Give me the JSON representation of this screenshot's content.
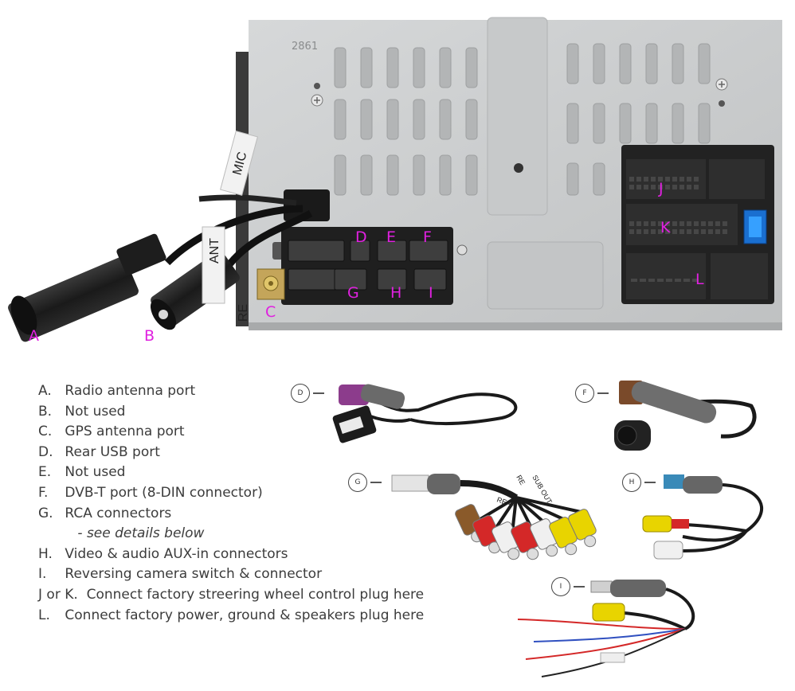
{
  "unit_photo": {
    "stamp": "2861",
    "cable_tags": [
      "MIC",
      "ANT",
      "RE"
    ],
    "port_markers": [
      "A",
      "B",
      "C",
      "D",
      "E",
      "F",
      "G",
      "H",
      "I",
      "J",
      "K",
      "L"
    ]
  },
  "legend": [
    {
      "key": "A.",
      "text": "Radio antenna port"
    },
    {
      "key": "B.",
      "text": "Not used"
    },
    {
      "key": "C.",
      "text": "GPS antenna port"
    },
    {
      "key": "D.",
      "text": "Rear USB port"
    },
    {
      "key": "E.",
      "text": "Not used"
    },
    {
      "key": "F.",
      "text": "DVB-T port (8-DIN connector)"
    },
    {
      "key": "G.",
      "text": "RCA connectors",
      "note": "- see details below"
    },
    {
      "key": "H.",
      "text": "Video & audio AUX-in connectors"
    },
    {
      "key": "I.",
      "text": "Reversing camera switch & connector"
    },
    {
      "key": "J or K.",
      "text": "Connect factory streering wheel control plug here"
    },
    {
      "key": "L.",
      "text": "Connect factory power, ground & speakers plug here"
    }
  ],
  "cable_tags": {
    "D": "D",
    "F": "F",
    "G": "G",
    "H": "H",
    "I": "I",
    "rca_labels": [
      "RE",
      "SUB OUT",
      "REAR"
    ]
  },
  "colors": {
    "marker": "#e020e0",
    "chassis": "#c9cbcc",
    "connector_body": "#2a2a2a",
    "usb_plug_purple": "#8c3c8c",
    "dvb_plug_brown": "#7a4a2a",
    "aux_plug_blue": "#3a8ab8",
    "rca_red": "#d42828",
    "rca_yellow": "#e8d400",
    "rca_white": "#f0f0f0",
    "rca_brown": "#8a5a2a",
    "legend_text": "#3c3c3c"
  }
}
